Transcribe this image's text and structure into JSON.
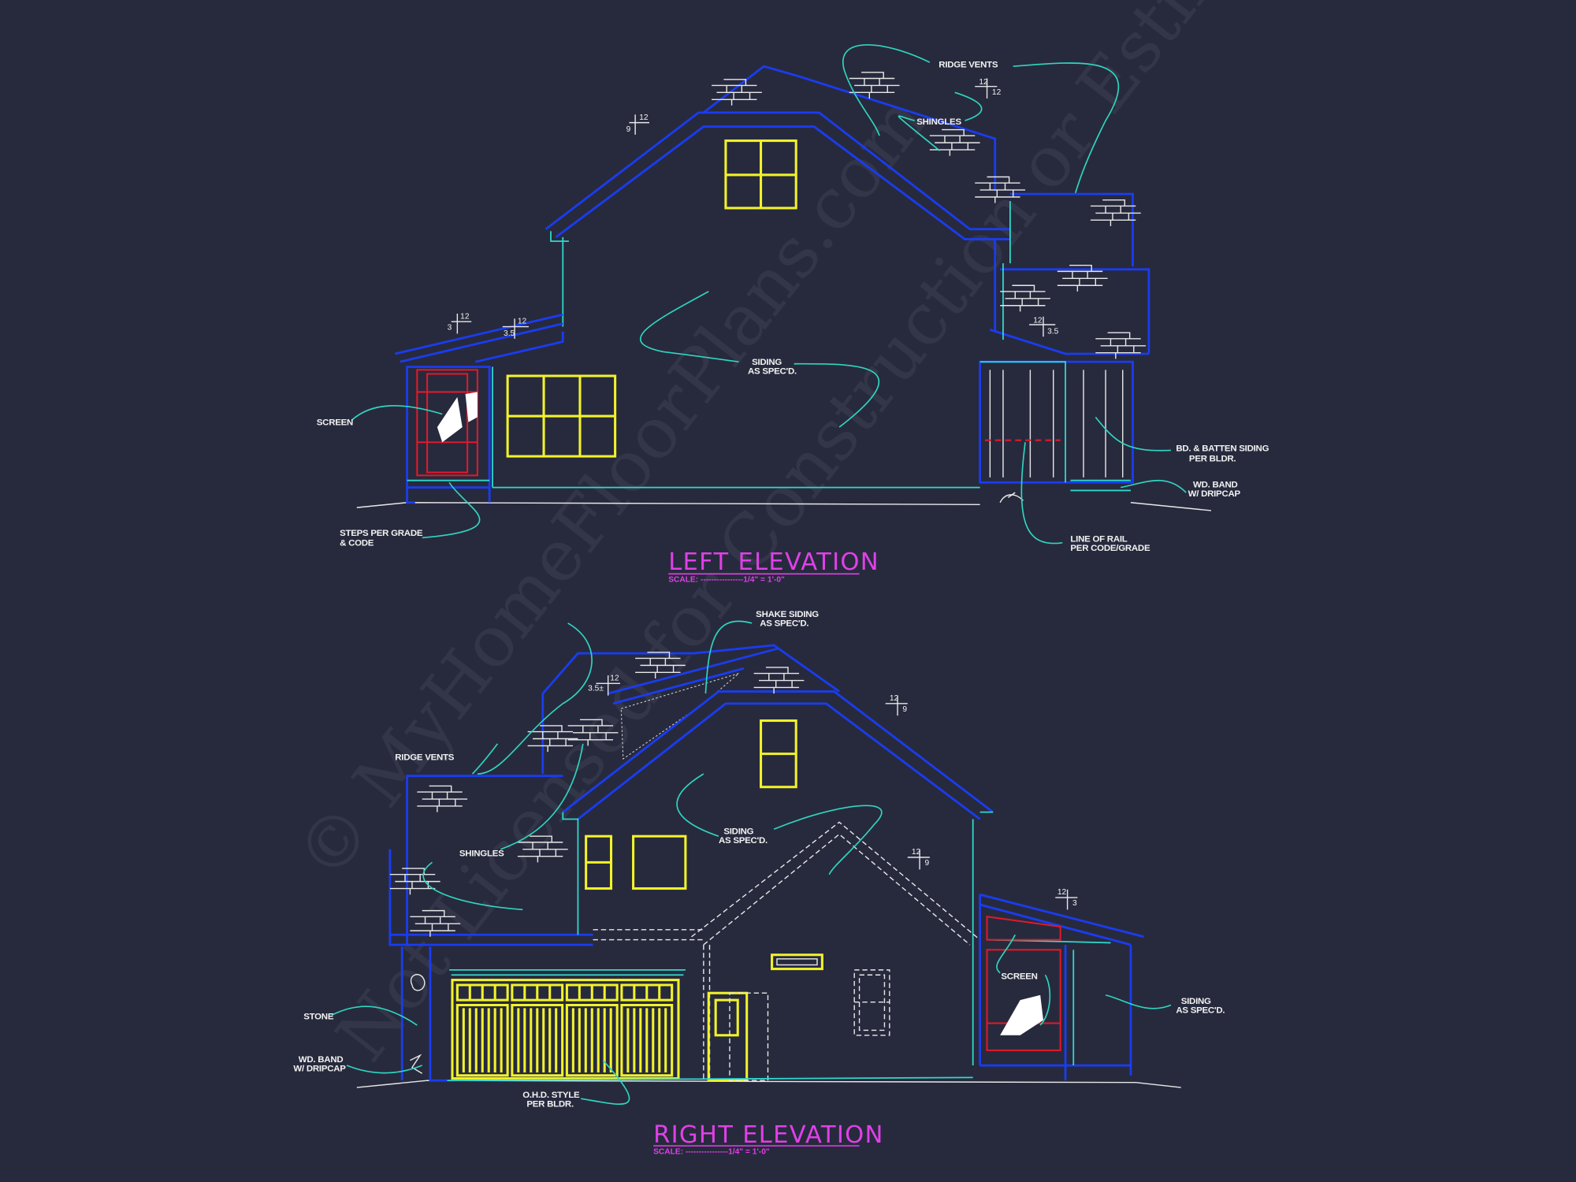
{
  "colors": {
    "background": "#272a3d",
    "outline": "#1a3cf0",
    "trim": "#30d8cc",
    "windows": "#f2f22a",
    "screen_doors": "#e01a2a",
    "titles": "#e040e8",
    "notes": "#f2f2f2"
  },
  "watermark": {
    "line1": "© MyHomeFloorPlans.com",
    "line2": "Not Licensed for Construction or Estimations"
  },
  "left_elevation": {
    "title": "LEFT ELEVATION",
    "scale": "SCALE: ----------------1/4\" = 1'-0\"",
    "notes": {
      "ridge_vents": "RIDGE VENTS",
      "shingles": "SHINGLES",
      "siding_1": "SIDING",
      "siding_2": "AS SPEC'D.",
      "screen": "SCREEN",
      "batten_1": "BD. & BATTEN SIDING",
      "batten_2": "PER BLDR.",
      "band_1": "WD. BAND",
      "band_2": "W/ DRIPCAP",
      "steps_1": "STEPS PER GRADE",
      "steps_2": "& CODE",
      "rail_1": "LINE OF RAIL",
      "rail_2": "PER CODE/GRADE"
    },
    "pitches": [
      {
        "rise": "9",
        "run": "12"
      },
      {
        "rise": "12",
        "run": "12"
      },
      {
        "rise": "3",
        "run": "12"
      },
      {
        "rise": "3.5",
        "run": "12"
      },
      {
        "rise": "3.5",
        "run": "12"
      }
    ]
  },
  "right_elevation": {
    "title": "RIGHT ELEVATION",
    "scale": "SCALE: ----------------1/4\" = 1'-0\"",
    "notes": {
      "shake_1": "SHAKE SIDING",
      "shake_2": "AS SPEC'D.",
      "ridge_vents": "RIDGE VENTS",
      "shingles": "SHINGLES",
      "siding_1": "SIDING",
      "siding_2": "AS SPEC'D.",
      "screen": "SCREEN",
      "siding_r1": "SIDING",
      "siding_r2": "AS SPEC'D.",
      "stone": "STONE",
      "band_1": "WD. BAND",
      "band_2": "W/ DRIPCAP",
      "ohd_1": "O.H.D. STYLE",
      "ohd_2": "PER BLDR."
    },
    "pitches": [
      {
        "rise": "3.5±",
        "run": "12"
      },
      {
        "rise": "9",
        "run": "12"
      },
      {
        "rise": "9",
        "run": "12"
      },
      {
        "rise": "3",
        "run": "12"
      }
    ]
  }
}
